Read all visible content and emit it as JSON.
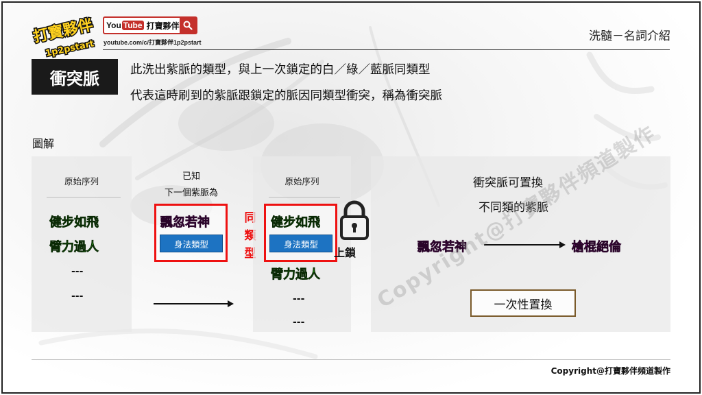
{
  "header": {
    "channel_name": "打寶夥伴",
    "youtube_you": "You",
    "youtube_tube": "Tube",
    "url": "youtube.com/c/打寶夥伴1p2pstart",
    "section": "洗髓－名詞介紹",
    "logo_text_top": "打寶夥伴",
    "logo_text_bottom": "1p2pstart"
  },
  "term": {
    "name": "衝突脈",
    "lines": [
      "此洗出紫脈的類型，與上一次鎖定的白／綠／藍脈同類型",
      "代表這時刷到的紫脈跟鎖定的脈因同類型衝突，稱為衝突脈"
    ]
  },
  "diagram": {
    "label": "圖解",
    "left_panel": {
      "header": "原始序列",
      "items": [
        "健步如飛",
        "臂力過人",
        "---",
        "---"
      ]
    },
    "known": {
      "label_line1": "已知",
      "label_line2": "下一個紫脈為",
      "skill": "飄忽若神",
      "type": "身法類型"
    },
    "same_type": [
      "同",
      "類",
      "型"
    ],
    "mid_panel": {
      "header": "原始序列",
      "locked_skill": "健步如飛",
      "locked_type": "身法類型",
      "lock_label": "上鎖",
      "items": [
        "臂力過人",
        "---",
        "---"
      ]
    },
    "right_panel": {
      "line1": "衝突脈可置換",
      "line2": "不同類的紫脈",
      "from": "飄忽若神",
      "to": "槍棍絕倫",
      "box": "一次性置換"
    }
  },
  "footer": {
    "copyright": "Copyright@打寶夥伴頻道製作",
    "watermark": "Copyright@打寶夥伴頻道製作"
  },
  "colors": {
    "green_skill": "#2fb515",
    "purple_skill": "#cc1fcc",
    "red_highlight": "#ee1111",
    "type_button": "#1d73c2",
    "youtube_red": "#c4302b"
  }
}
